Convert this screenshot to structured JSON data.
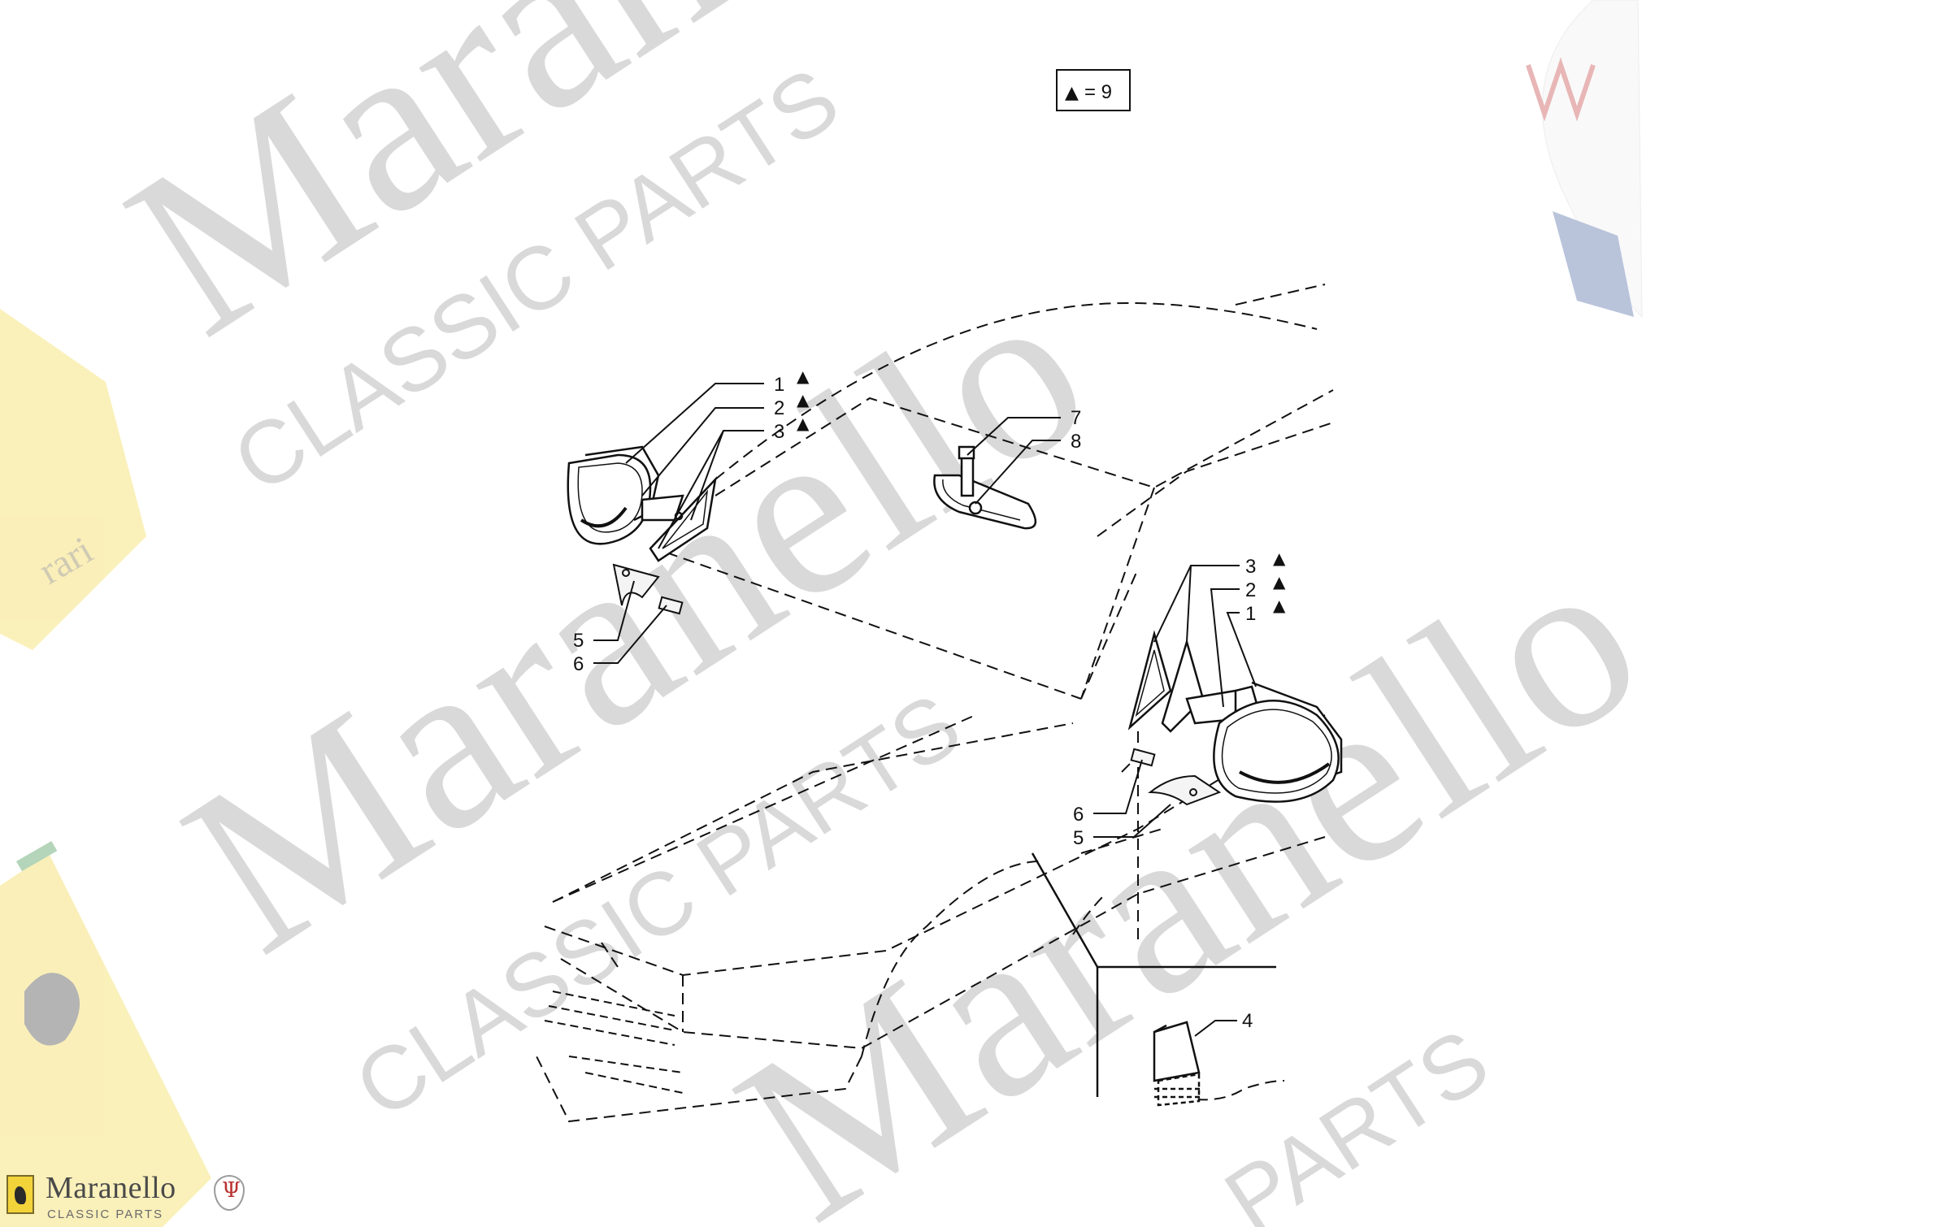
{
  "legend": {
    "symbol": "▲",
    "text": "= 9"
  },
  "callouts": {
    "left_1": "1",
    "left_2": "2",
    "left_3": "3",
    "left_5": "5",
    "left_6": "6",
    "mid_7": "7",
    "mid_8": "8",
    "right_3": "3",
    "right_2": "2",
    "right_1": "1",
    "right_6": "6",
    "right_5": "5",
    "bottom_4": "4"
  },
  "markers": {
    "triangle": "▲"
  },
  "watermark": {
    "line1": "Maranello",
    "line2": "CLASSIC PARTS",
    "line3": "Maranello",
    "line4": "CLASSIC PARTS",
    "line5": "Maranello",
    "line6": "PARTS"
  },
  "brand": {
    "name": "Maranello",
    "tagline": "CLASSIC PARTS"
  },
  "colors": {
    "line": "#111111",
    "watermark": "#d8d8d8",
    "logo_yellow": "#f2d33a"
  }
}
